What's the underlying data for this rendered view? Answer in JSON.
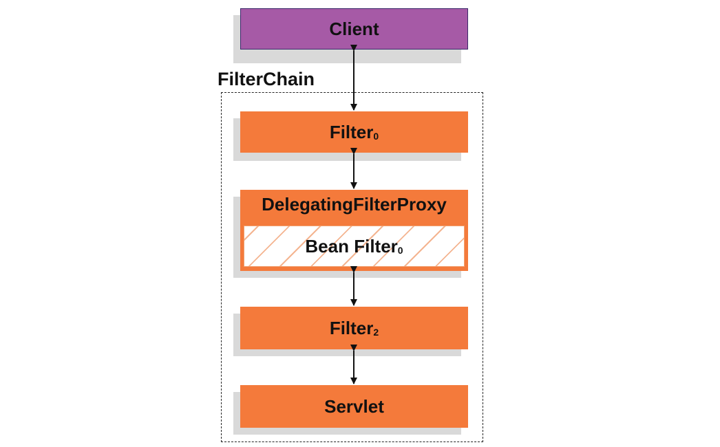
{
  "client": {
    "label": "Client"
  },
  "chain": {
    "label": "FilterChain"
  },
  "filter0": {
    "label": "Filter",
    "sub": "0"
  },
  "proxy": {
    "label": "DelegatingFilterProxy"
  },
  "bean": {
    "label": "Bean Filter",
    "sub": "0"
  },
  "filter2": {
    "label": "Filter",
    "sub": "2"
  },
  "servlet": {
    "label": "Servlet"
  },
  "colors": {
    "client": "#a65aa6",
    "filter": "#f47a3b",
    "shadow": "#d9d9d9"
  }
}
